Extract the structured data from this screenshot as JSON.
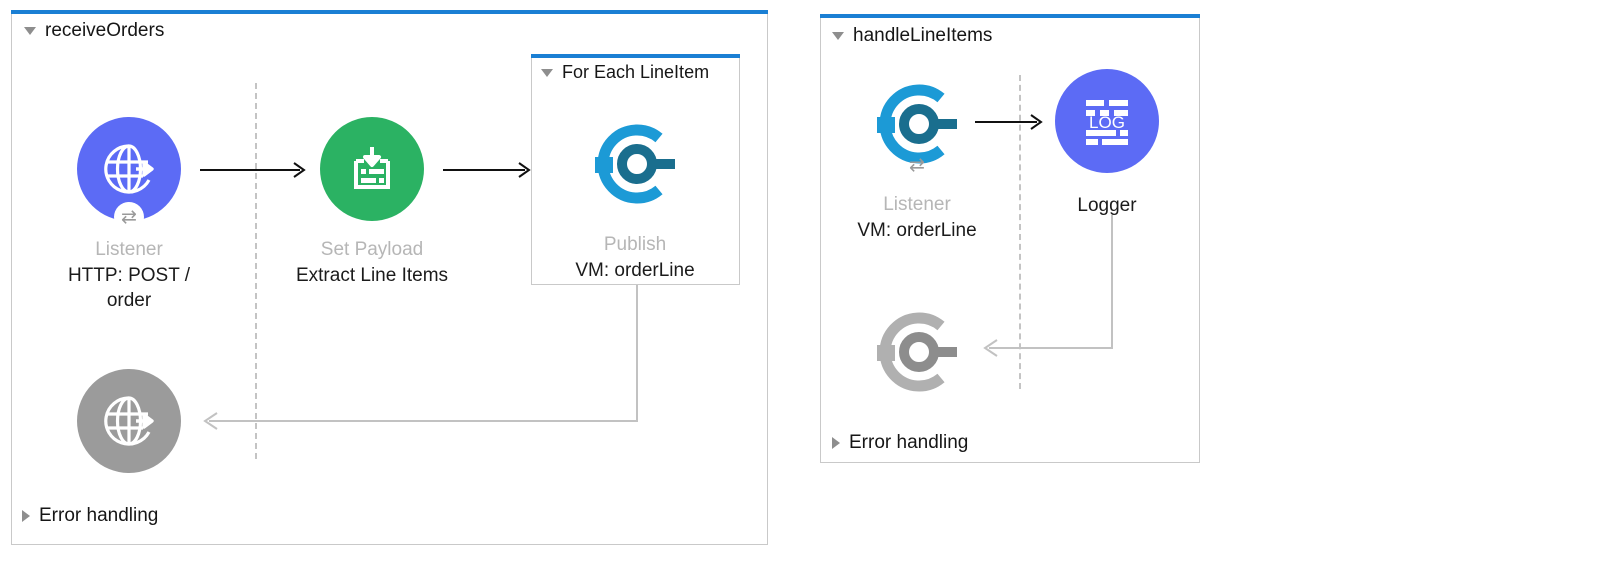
{
  "colors": {
    "panel_accent": "#1a7fd4",
    "panel_border": "#c9c9c9",
    "http_purple": "#5c6bf5",
    "set_payload_green": "#2bb263",
    "vm_light_blue": "#1c9ad6",
    "vm_dark_blue": "#1a6e8e",
    "logger_purple": "#5c6bf5",
    "disabled_grey": "#9b9b9b",
    "type_label_grey": "#b6b6b6",
    "connector_grey": "#bdbdbd",
    "arrow_black": "#111111"
  },
  "flows": [
    {
      "id": "receive-orders",
      "title": "receiveOrders",
      "toggle_icon": "triangle-down-icon",
      "expanded": true,
      "error_handling": {
        "label": "Error handling",
        "toggle_icon": "triangle-right-icon",
        "expanded": false
      },
      "nodes": [
        {
          "id": "http-listener",
          "type_label": "Listener",
          "label": "HTTP:  POST /\norder",
          "icon": "http-globe-arrow-icon",
          "badge_icon": "request-reply-arrows-icon",
          "shape": "circle",
          "color": "#5c6bf5",
          "disabled": false
        },
        {
          "id": "set-payload",
          "type_label": "Set Payload",
          "label": "Extract Line Items",
          "icon": "set-payload-tray-icon",
          "shape": "circle",
          "color": "#2bb263",
          "disabled": false
        },
        {
          "id": "vm-publish",
          "type_label": "Publish",
          "label": "VM: orderLine",
          "icon": "vm-connector-icon",
          "shape": "plain",
          "color": "#1c9ad6",
          "disabled": false
        },
        {
          "id": "http-response",
          "type_label": "",
          "label": "",
          "icon": "http-globe-arrow-icon",
          "shape": "circle",
          "color": "#9b9b9b",
          "disabled": true
        }
      ],
      "scope": {
        "id": "for-each-lineitem",
        "title": "For Each LineItem",
        "toggle_icon": "triangle-down-icon",
        "expanded": true
      }
    },
    {
      "id": "handle-line-items",
      "title": "handleLineItems",
      "toggle_icon": "triangle-down-icon",
      "expanded": true,
      "error_handling": {
        "label": "Error handling",
        "toggle_icon": "triangle-right-icon",
        "expanded": false
      },
      "nodes": [
        {
          "id": "vm-listener",
          "type_label": "Listener",
          "label": "VM: orderLine",
          "icon": "vm-connector-icon",
          "badge_icon": "request-reply-arrows-icon",
          "shape": "plain",
          "color": "#1c9ad6",
          "disabled": false
        },
        {
          "id": "logger",
          "type_label": "",
          "label": "Logger",
          "icon": "logger-log-icon",
          "shape": "circle",
          "color": "#5c6bf5",
          "disabled": false
        },
        {
          "id": "vm-response",
          "type_label": "",
          "label": "",
          "icon": "vm-connector-icon",
          "shape": "plain",
          "color": "#9b9b9b",
          "disabled": true
        }
      ]
    }
  ]
}
